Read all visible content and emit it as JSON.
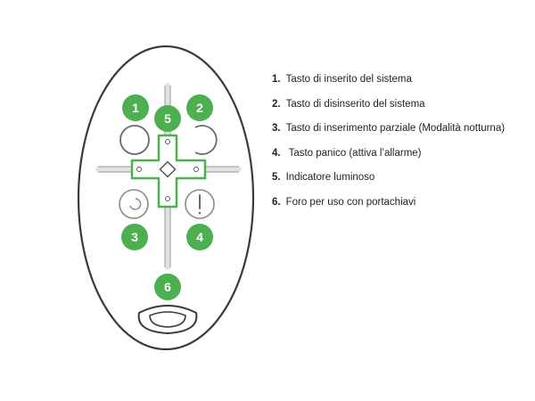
{
  "colors": {
    "accent": "#4caf50",
    "outline": "#3a3a3a",
    "button_gray": "#8a8a8a",
    "guide": "#e2e2e2",
    "text": "#222222"
  },
  "badges": {
    "b1": "1",
    "b2": "2",
    "b3": "3",
    "b4": "4",
    "b5": "5",
    "b6": "6"
  },
  "icons": {
    "arm_button": "circle-ring-icon",
    "disarm_button": "open-ring-icon",
    "partial_button": "moon-arc-icon",
    "panic_button": "exclamation-icon",
    "indicator": "led-cross-icon",
    "key_hole": "keyring-hole-icon"
  },
  "legend": {
    "items": [
      {
        "num": "1.",
        "text": "Tasto di inserito del sistema"
      },
      {
        "num": "2.",
        "text": "Tasto di disinserito del sistema"
      },
      {
        "num": "3.",
        "text": "Tasto di inserimento parziale (Modalità notturna)"
      },
      {
        "num": "4.",
        "text": " Tasto panico (attiva l’allarme)"
      },
      {
        "num": "5.",
        "text": "Indicatore luminoso"
      },
      {
        "num": "6.",
        "text": "Foro per uso con portachiavi"
      }
    ]
  }
}
